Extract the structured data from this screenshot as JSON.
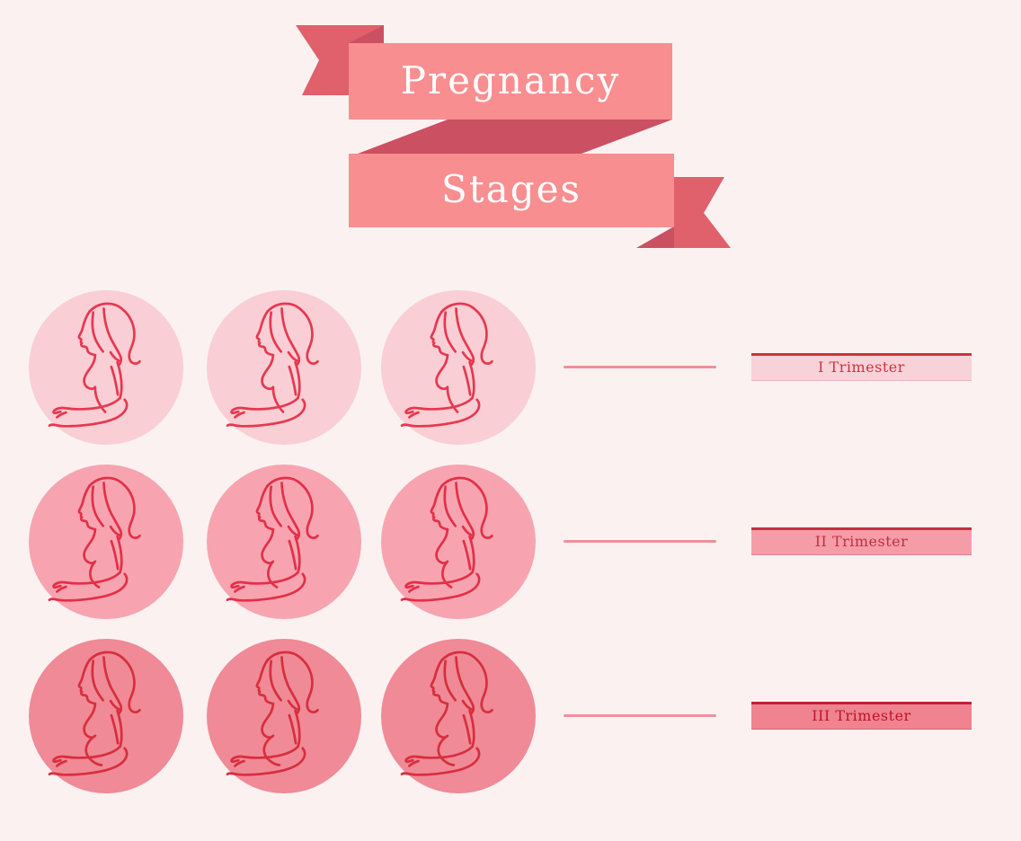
{
  "background_color": "#FBF1F1",
  "ribbon": {
    "title_line1": "Pregnancy",
    "title_line2": "Stages",
    "band_color": "#F88E90",
    "fold_color": "#CB5061",
    "tail_color": "#E0606B",
    "text_color": "#FFFFFF"
  },
  "rows": [
    {
      "label": "I Trimester",
      "circle_count": 3,
      "circle_color": "#F9CED5",
      "line_art_color": "#E7374F",
      "connector_color": "#F0909A",
      "box_fill": "#F8D2D9",
      "box_border": "#D32F3F",
      "box_bottom": "#E9B3BC",
      "box_text_color": "#D3303E"
    },
    {
      "label": "II Trimester",
      "circle_count": 3,
      "circle_color": "#F7A4B0",
      "line_art_color": "#E32F47",
      "connector_color": "#F0909A",
      "box_fill": "#F59CA9",
      "box_border": "#C42F3F",
      "box_bottom": "#DD8593",
      "box_text_color": "#C2303E"
    },
    {
      "label": "III Trimester",
      "circle_count": 3,
      "circle_color": "#F08A96",
      "line_art_color": "#D72E3E",
      "connector_color": "#F0909A",
      "box_fill": "#EF8390",
      "box_border": "#BE2233",
      "box_bottom": "#D66873",
      "box_text_color": "#C01425"
    }
  ]
}
